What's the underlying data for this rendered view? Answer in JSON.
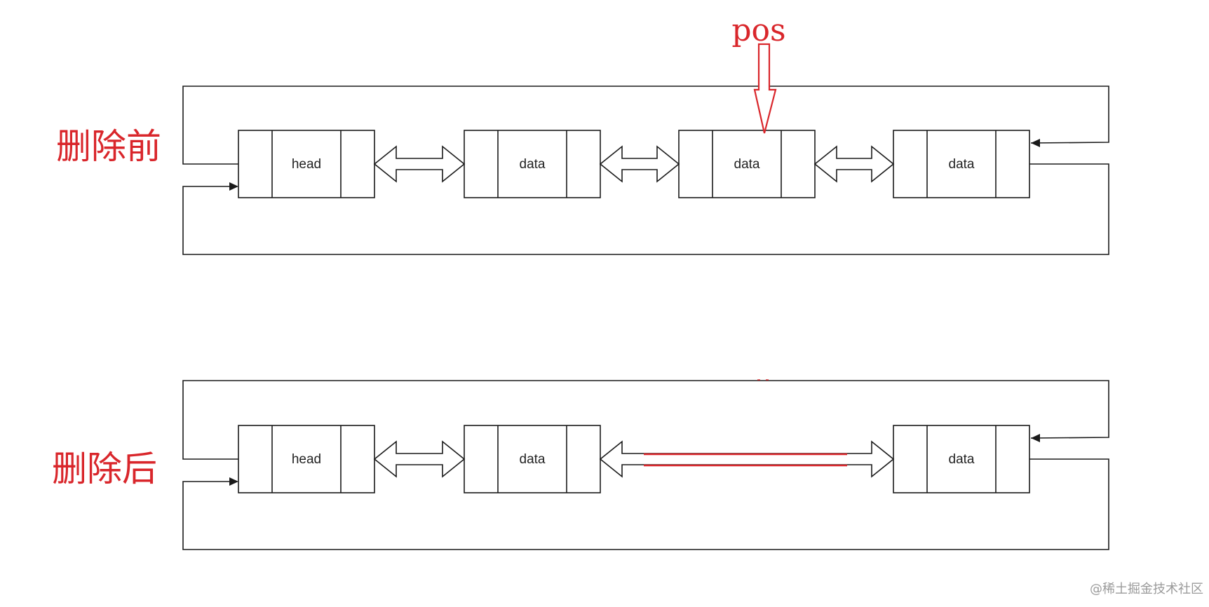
{
  "colors": {
    "line": "#1a1a1a",
    "annotation": "#d9262b",
    "watermark": "#9a9a9a"
  },
  "before": {
    "label": "删除前",
    "pointer_label": "pos",
    "nodes": [
      {
        "text": "head"
      },
      {
        "text": "data"
      },
      {
        "text": "data"
      },
      {
        "text": "data"
      }
    ]
  },
  "after": {
    "label": "删除后",
    "nodes": [
      {
        "text": "head"
      },
      {
        "text": "data"
      },
      {
        "text": "data"
      }
    ]
  },
  "watermark": "@稀土掘金技术社区"
}
